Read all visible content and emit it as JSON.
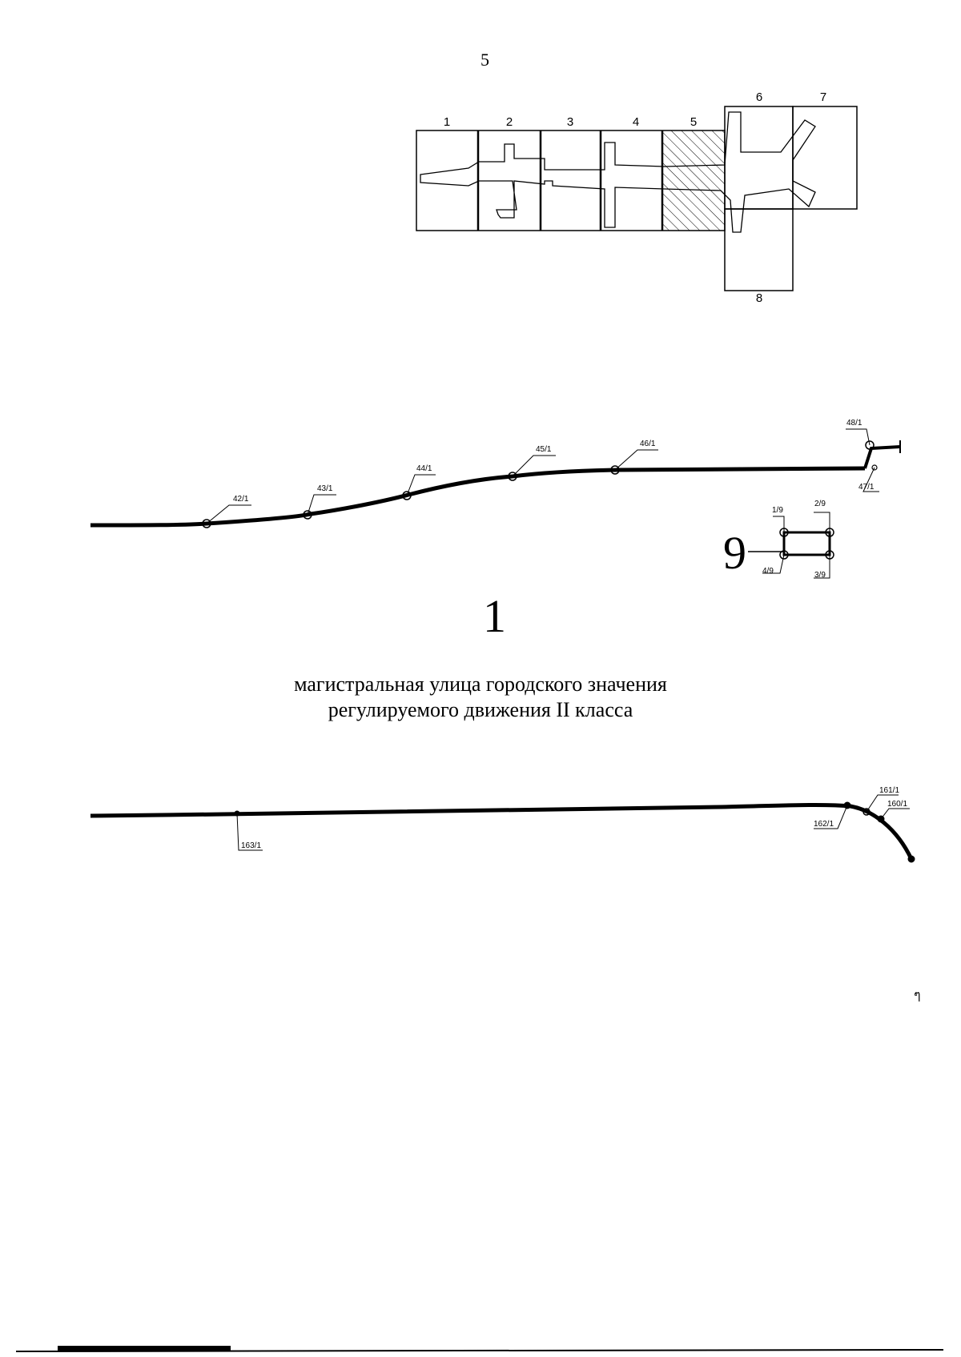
{
  "sheet_number": "5",
  "index_map": {
    "sheets": [
      "1",
      "2",
      "3",
      "4",
      "5",
      "6",
      "7",
      "8"
    ],
    "highlighted_sheet": "5"
  },
  "segment_upper": {
    "points": [
      "42/1",
      "43/1",
      "44/1",
      "45/1",
      "46/1",
      "48/1",
      "47/1"
    ]
  },
  "block_9": {
    "number": "9",
    "points": [
      "1/9",
      "2/9",
      "4/9",
      "3/9"
    ]
  },
  "street": {
    "number": "1",
    "description_line1": "магистральная улица городского значения",
    "description_line2": "регулируемого движения II класса"
  },
  "segment_lower": {
    "points": [
      "163/1",
      "162/1",
      "161/1",
      "160/1"
    ]
  },
  "margin_mark": "ๆ"
}
